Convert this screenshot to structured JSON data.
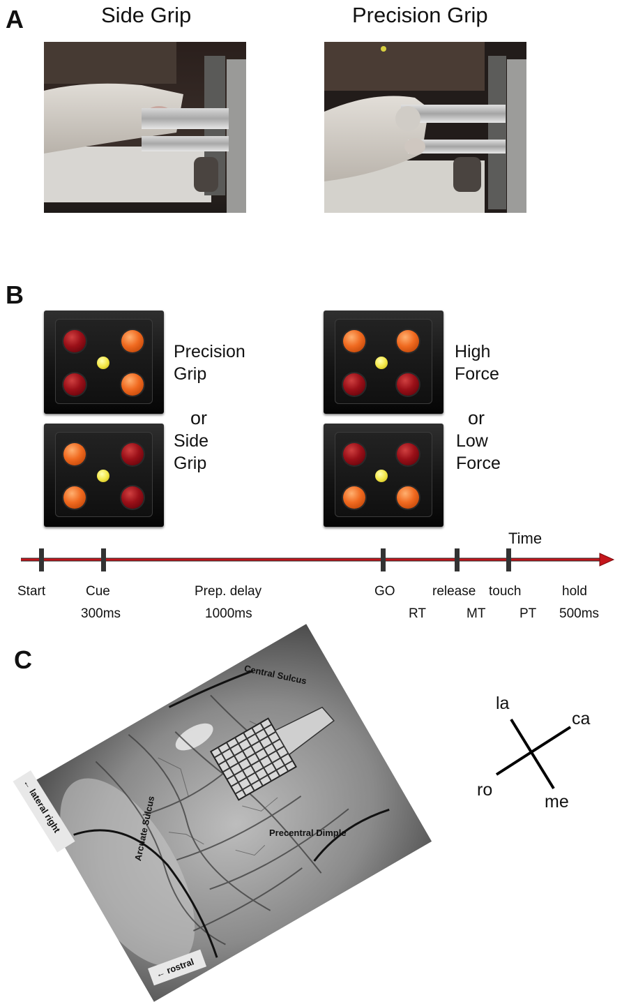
{
  "panel_a": {
    "letter": "A",
    "left_title": "Side Grip",
    "right_title": "Precision Grip"
  },
  "panel_b": {
    "letter": "B",
    "cue_boxes": [
      {
        "lights": [
          "red",
          "orange",
          "red",
          "orange"
        ]
      },
      {
        "lights": [
          "orange",
          "red",
          "orange",
          "red"
        ]
      },
      {
        "lights": [
          "orange",
          "orange",
          "red",
          "red"
        ]
      },
      {
        "lights": [
          "red",
          "red",
          "orange",
          "orange"
        ]
      }
    ],
    "grip_labels": {
      "top": "Precision\nGrip",
      "or": "or",
      "bottom": "Side\nGrip"
    },
    "force_labels": {
      "top": "High\nForce",
      "or": "or",
      "bottom": "Low\nForce"
    },
    "timeline": {
      "axis_label": "Time",
      "events": [
        "Start",
        "Cue",
        "Prep. delay",
        "GO",
        "release",
        "touch",
        "hold"
      ],
      "durations": [
        "300ms",
        "1000ms",
        "RT",
        "MT",
        "PT",
        "500ms"
      ],
      "colors": {
        "arrow": "#c4161c",
        "ticks": "#333333"
      }
    }
  },
  "panel_c": {
    "letter": "C",
    "photo_labels": {
      "central_sulcus": "Central Sulcus",
      "arcuate_sulcus": "Arcuate Sulcus",
      "precentral_dimple": "Precentral Dimple",
      "lateral_right": "← lateral right",
      "rostral": "← rostral"
    },
    "orientation": {
      "la": "la",
      "ca": "ca",
      "ro": "ro",
      "me": "me"
    }
  }
}
